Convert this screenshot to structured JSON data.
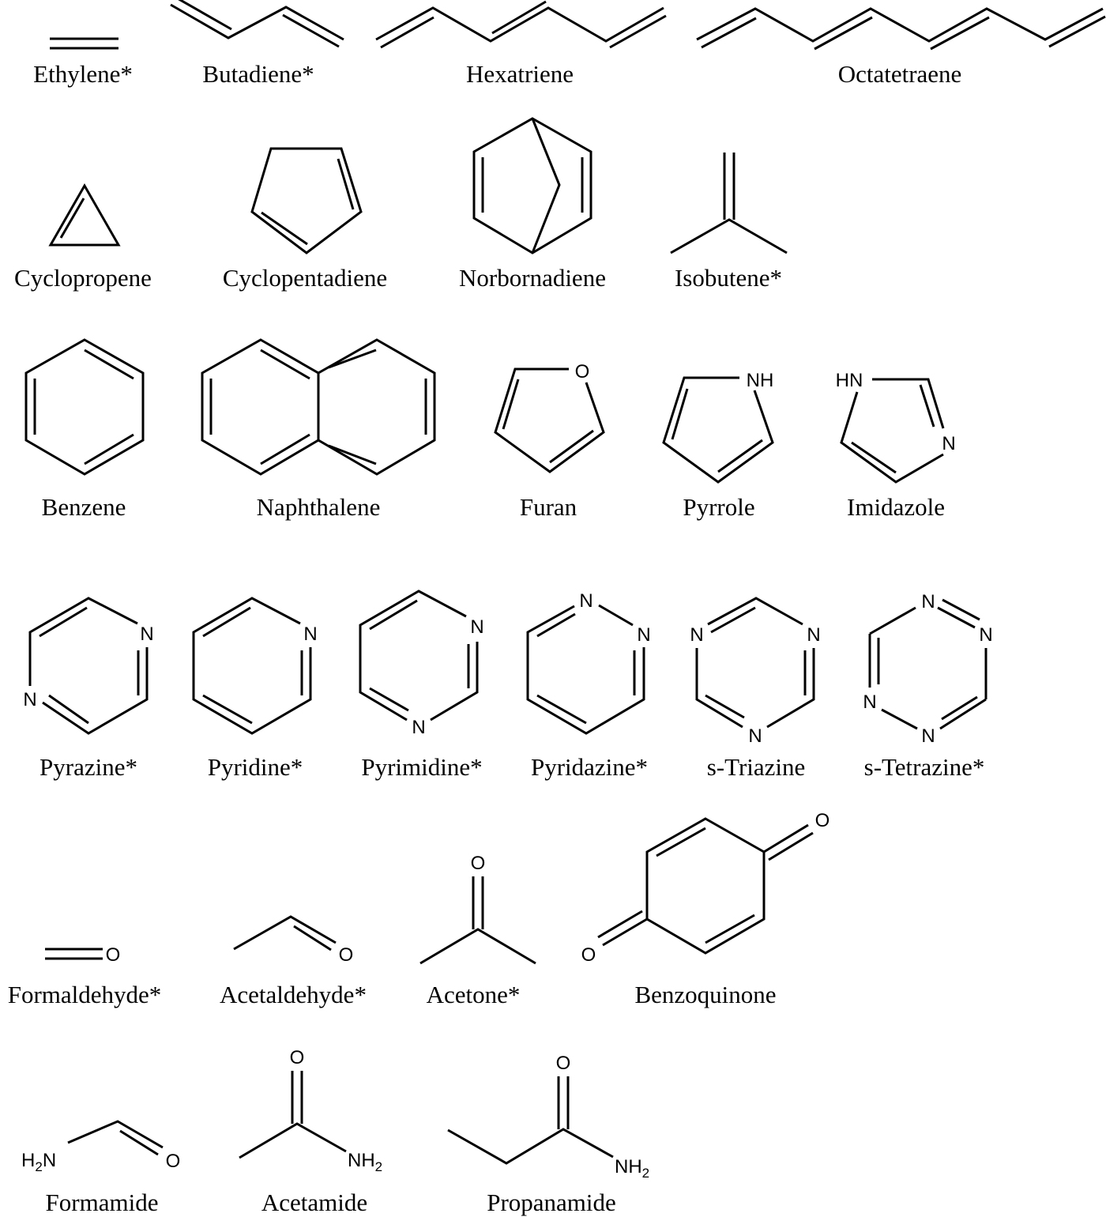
{
  "molecules": [
    {
      "id": "ethylene",
      "name": "Ethylene*"
    },
    {
      "id": "butadiene",
      "name": "Butadiene*"
    },
    {
      "id": "hexatriene",
      "name": "Hexatriene"
    },
    {
      "id": "octatetraene",
      "name": "Octatetraene"
    },
    {
      "id": "cyclopropene",
      "name": "Cyclopropene"
    },
    {
      "id": "cyclopentadiene",
      "name": "Cyclopentadiene"
    },
    {
      "id": "norbornadiene",
      "name": "Norbornadiene"
    },
    {
      "id": "isobutene",
      "name": "Isobutene*"
    },
    {
      "id": "benzene",
      "name": "Benzene"
    },
    {
      "id": "naphthalene",
      "name": "Naphthalene"
    },
    {
      "id": "furan",
      "name": "Furan",
      "atoms": [
        "O"
      ]
    },
    {
      "id": "pyrrole",
      "name": "Pyrrole",
      "atoms": [
        "NH"
      ]
    },
    {
      "id": "imidazole",
      "name": "Imidazole",
      "atoms": [
        "HN",
        "N"
      ]
    },
    {
      "id": "pyrazine",
      "name": "Pyrazine*",
      "atoms": [
        "N",
        "N"
      ]
    },
    {
      "id": "pyridine",
      "name": "Pyridine*",
      "atoms": [
        "N"
      ]
    },
    {
      "id": "pyrimidine",
      "name": "Pyrimidine*",
      "atoms": [
        "N",
        "N"
      ]
    },
    {
      "id": "pyridazine",
      "name": "Pyridazine*",
      "atoms": [
        "N",
        "N"
      ]
    },
    {
      "id": "s-triazine",
      "name": "s-Triazine",
      "atoms": [
        "N",
        "N",
        "N"
      ]
    },
    {
      "id": "s-tetrazine",
      "name": "s-Tetrazine*",
      "atoms": [
        "N",
        "N",
        "N",
        "N"
      ]
    },
    {
      "id": "formaldehyde",
      "name": "Formaldehyde*",
      "atoms": [
        "O"
      ]
    },
    {
      "id": "acetaldehyde",
      "name": "Acetaldehyde*",
      "atoms": [
        "O"
      ]
    },
    {
      "id": "acetone",
      "name": "Acetone*",
      "atoms": [
        "O"
      ]
    },
    {
      "id": "benzoquinone",
      "name": "Benzoquinone",
      "atoms": [
        "O",
        "O"
      ]
    },
    {
      "id": "formamide",
      "name": "Formamide",
      "atoms": [
        "O"
      ],
      "groups": [
        {
          "main": "H",
          "sub": "2",
          "tail": "N"
        }
      ]
    },
    {
      "id": "acetamide",
      "name": "Acetamide",
      "atoms": [
        "O"
      ],
      "groups": [
        {
          "main": "NH",
          "sub": "2",
          "tail": ""
        }
      ]
    },
    {
      "id": "propanamide",
      "name": "Propanamide",
      "atoms": [
        "O"
      ],
      "groups": [
        {
          "main": "NH",
          "sub": "2",
          "tail": ""
        }
      ]
    }
  ]
}
